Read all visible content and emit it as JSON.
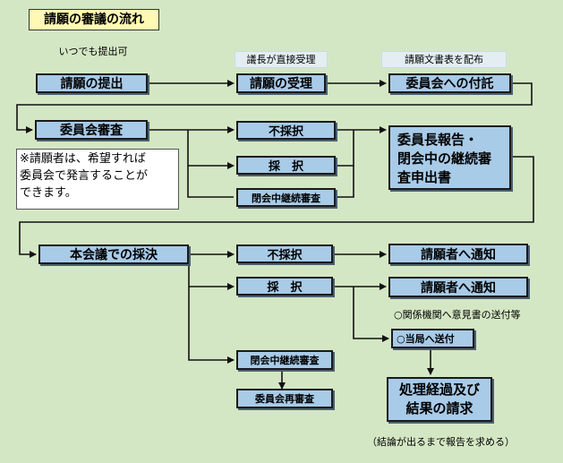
{
  "title": "請願の審議の流れ",
  "notes": {
    "anytime": "いつでも提出可",
    "direct_receipt": "議長が直接受理",
    "distribute": "請願文書表を配布"
  },
  "boxes": {
    "submit": "請願の提出",
    "receipt": "請願の受理",
    "referral": "委員会への付託",
    "committee_review": "委員会審査",
    "reject1": "不採択",
    "adopt1": "採　択",
    "cont1": "閉会中継続審査",
    "chair_report_line1": "委員長報告・",
    "chair_report_line2": "閉会中の継続審",
    "chair_report_line3": "査申出書",
    "plenary_vote": "本会議での採決",
    "reject2": "不採択",
    "adopt2": "採　択",
    "notify1": "請願者へ通知",
    "notify2": "請願者へ通知",
    "send_to_authority": "○当局へ送付",
    "cont2": "閉会中継続審査",
    "committee_rereview": "委員会再審査",
    "result_line1": "処理経過及び",
    "result_line2": "結果の請求"
  },
  "texts": {
    "opinion_letter": "○関係機関へ意見書の送付等",
    "conclusion_note": "（結論が出るまで報告を求める）"
  },
  "sticky": {
    "line1": "※請願者は、希望すれば",
    "line2": "委員会で発言することが",
    "line3": "できます。"
  },
  "colors": {
    "background": "#d4e7c4",
    "box_fill": "#a8cbe8",
    "title_fill": "#fff9b3",
    "note_text": "#1d3fd0"
  }
}
